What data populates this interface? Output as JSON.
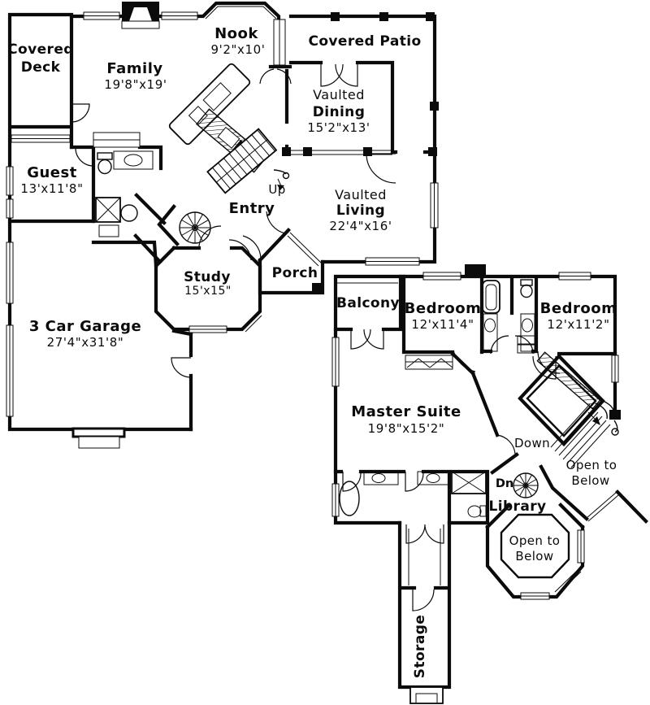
{
  "plan": {
    "floor1": {
      "covered_deck": {
        "line1": "Covered",
        "line2": "Deck"
      },
      "family": {
        "name": "Family",
        "dims": "19'8\"x19'"
      },
      "nook": {
        "name": "Nook",
        "dims": "9'2\"x10'"
      },
      "covered_patio": {
        "name": "Covered Patio"
      },
      "dining": {
        "prefix": "Vaulted",
        "name": "Dining",
        "dims": "15'2\"x13'"
      },
      "guest": {
        "name": "Guest",
        "dims": "13'x11'8\""
      },
      "up": "Up",
      "entry": {
        "name": "Entry"
      },
      "living": {
        "prefix": "Vaulted",
        "name": "Living",
        "dims": "22'4\"x16'"
      },
      "study": {
        "name": "Study",
        "dims": "15'x15\""
      },
      "porch": {
        "name": "Porch"
      },
      "garage": {
        "name": "3 Car Garage",
        "dims": "27'4\"x31'8\""
      }
    },
    "floor2": {
      "balcony": {
        "name": "Balcony"
      },
      "bedroom1": {
        "name": "Bedroom",
        "dims": "12'x11'4\""
      },
      "bedroom2": {
        "name": "Bedroom",
        "dims": "12'x11'2\""
      },
      "master_suite": {
        "name": "Master Suite",
        "dims": "19'8\"x15'2\""
      },
      "down": "Down",
      "dn": "Dn",
      "library": {
        "name": "Library"
      },
      "open_below_corner": {
        "line1": "Open to",
        "line2": "Below"
      },
      "open_below_turret": {
        "line1": "Open to",
        "line2": "Below"
      },
      "storage": {
        "name": "Storage"
      }
    },
    "colors": {
      "ink": "#0b0b0b",
      "paper": "#ffffff"
    }
  }
}
